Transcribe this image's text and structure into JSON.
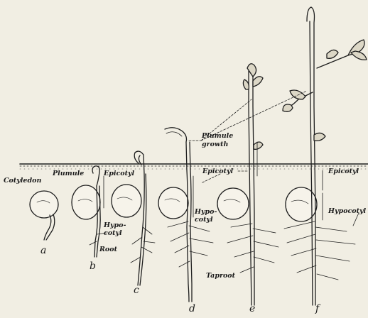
{
  "labels": {
    "cotyledon": "Cotyledon",
    "plumule": "Plumule",
    "epicotyl_b": "Epicotyl",
    "hypocotyl_b_1": "Hypo-",
    "hypocotyl_b_2": "cotyl",
    "root": "Root",
    "plumule_growth_1": "Plumule",
    "plumule_growth_2": "growth",
    "epicotyl_d": "Epicotyl",
    "hypocotyl_d_1": "Hypo-",
    "hypocotyl_d_2": "cotyl",
    "taproot": "Taproot",
    "epicotyl_f": "Epicotyl",
    "hypocotyl_f": "Hypocotyl"
  },
  "stages": [
    "a",
    "b",
    "c",
    "d",
    "e",
    "f"
  ]
}
